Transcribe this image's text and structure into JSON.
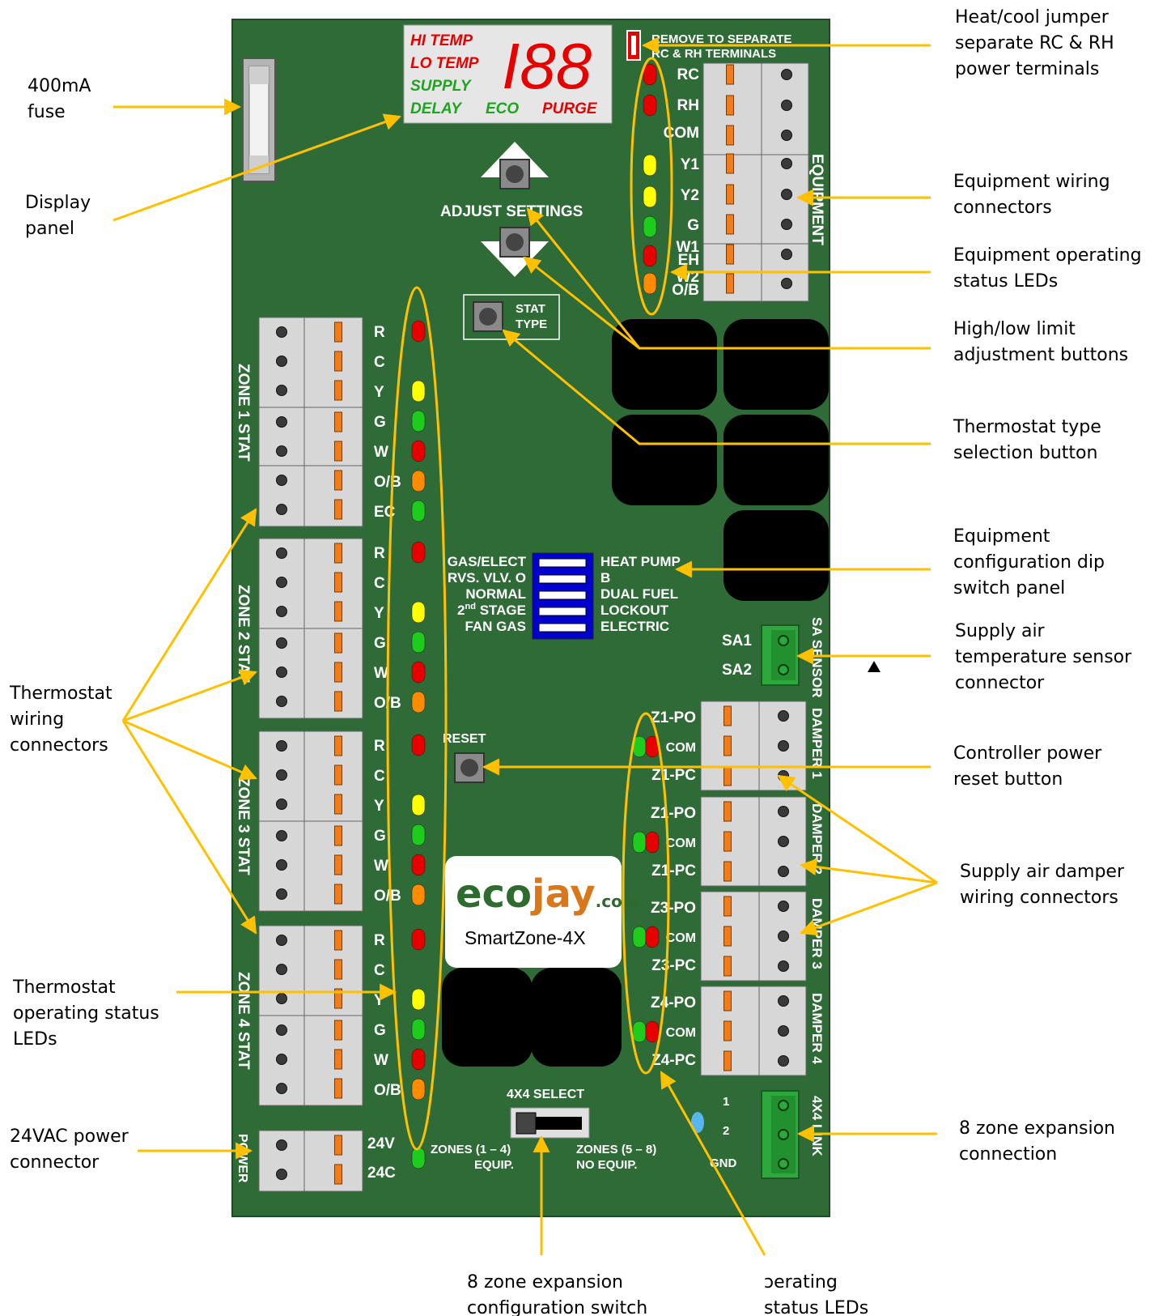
{
  "display": {
    "hi_temp": "HI TEMP",
    "lo_temp": "LO TEMP",
    "supply": "SUPPLY",
    "delay": "DELAY",
    "eco": "ECO",
    "purge": "PURGE",
    "digits": "I88"
  },
  "jumper": {
    "line1": "REMOVE TO SEPARATE",
    "line2": "RC & RH TERMINALS"
  },
  "adjust_settings": "ADJUST SETTINGS",
  "stat_type": {
    "line1": "STAT",
    "line2": "TYPE"
  },
  "equipment": {
    "title": "EQUIPMENT",
    "terminals": [
      "RC",
      "RH",
      "COM",
      "Y1",
      "Y2",
      "G",
      "W1",
      "EH",
      "W2",
      "O/B"
    ]
  },
  "zones": [
    {
      "title": "ZONE 1 STAT",
      "terminals": [
        "R",
        "C",
        "Y",
        "G",
        "W",
        "O/B",
        "EC"
      ]
    },
    {
      "title": "ZONE 2 STAT",
      "terminals": [
        "R",
        "C",
        "Y",
        "G",
        "W",
        "O/B"
      ]
    },
    {
      "title": "ZONE 3 STAT",
      "terminals": [
        "R",
        "C",
        "Y",
        "G",
        "W",
        "O/B"
      ]
    },
    {
      "title": "ZONE 4 STAT",
      "terminals": [
        "R",
        "C",
        "Y",
        "G",
        "W",
        "O/B"
      ]
    }
  ],
  "dip": {
    "left": [
      "GAS/ELECT",
      "RVS. VLV. O",
      "NORMAL",
      "2nd STAGE",
      "FAN GAS"
    ],
    "left_sup": "nd",
    "right": [
      "HEAT PUMP",
      "B",
      "DUAL FUEL",
      "LOCKOUT",
      "ELECTRIC"
    ]
  },
  "sa_sensor": {
    "title": "SA SENSOR",
    "t1": "SA1",
    "t2": "SA2"
  },
  "reset": "RESET",
  "dampers": [
    {
      "title": "DAMPER 1",
      "po": "Z1-PO",
      "com": "COM",
      "pc": "Z1-PC"
    },
    {
      "title": "DAMPER 2",
      "po": "Z1-PO",
      "com": "COM",
      "pc": "Z1-PC"
    },
    {
      "title": "DAMPER 3",
      "po": "Z3-PO",
      "com": "COM",
      "pc": "Z3-PC"
    },
    {
      "title": "DAMPER 4",
      "po": "Z4-PO",
      "com": "COM",
      "pc": "Z4-PC"
    }
  ],
  "logo": {
    "eco": "eco",
    "jay": "jay",
    "com": ".com",
    "model": "SmartZone-4X"
  },
  "power": {
    "title": "POWER",
    "t1": "24V",
    "t2": "24C"
  },
  "select": {
    "title": "4X4 SELECT",
    "left1": "ZONES (1 – 4)",
    "left2": "EQUIP.",
    "right1": "ZONES (5 – 8)",
    "right2": "NO EQUIP."
  },
  "link": {
    "title": "4X4 LINK",
    "t1": "1",
    "t2": "2",
    "t3": "GND"
  },
  "annotations": {
    "fuse": [
      "400mA",
      "fuse"
    ],
    "display": [
      "Display",
      "panel"
    ],
    "jumper": [
      "Heat/cool jumper",
      "separate RC & RH",
      "power terminals"
    ],
    "equip_conn": [
      "Equipment wiring",
      "connectors"
    ],
    "equip_leds": [
      "Equipment operating",
      "status LEDs"
    ],
    "limit_buttons": [
      "High/low limit",
      "adjustment buttons"
    ],
    "stat_button": [
      "Thermostat type",
      "selection button"
    ],
    "dip": [
      "Equipment",
      "configuration dip",
      "switch panel"
    ],
    "sa_conn": [
      "Supply air",
      "temperature sensor",
      "connector"
    ],
    "stat_conn": [
      "Thermostat",
      "wiring",
      "connectors"
    ],
    "reset_button": [
      "Controller power",
      "reset button"
    ],
    "damper_conn": [
      "Supply air damper",
      "wiring connectors"
    ],
    "stat_leds": [
      "Thermostat",
      "operating status",
      "LEDs"
    ],
    "power_conn": [
      "24VAC power",
      "connector"
    ],
    "expansion_conn": [
      "8 zone expansion",
      "connection"
    ],
    "expansion_switch": [
      "8 zone expansion",
      "configuration switch"
    ],
    "damper_leds": [
      "ɔerating",
      "status LEDs"
    ]
  },
  "colors": {
    "board": "#2e6b37",
    "red": "#e60000",
    "yellow": "#ffff00",
    "green": "#1ecc1e",
    "orange": "#ff8c00",
    "terminal_grey": "#d7d7d7",
    "callout": "#ffc000",
    "dip_blue": "#0000d0"
  }
}
